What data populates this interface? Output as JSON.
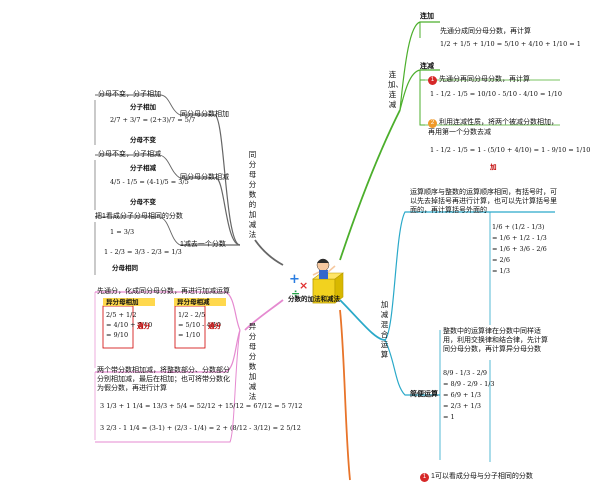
{
  "center": {
    "title": "分数的加法和减法"
  },
  "right_top": {
    "branch_label": "连加、连减",
    "lianjia": {
      "label": "连加",
      "desc": "先通分成同分母分数，再计算",
      "formula": "1/2 + 1/5 + 1/10 = 5/10 + 4/10 + 1/10 = 1"
    },
    "lianjian": {
      "label": "连减",
      "item1": "先通分再同分母分数，再计算",
      "formula1": "1 - 1/2 - 1/5 = 10/10 - 5/10 - 4/10 = 1/10",
      "item2": "利用连减性质，将两个被减分数相加，再用第一个分数去减",
      "formula2": "1 - 1/2 - 1/5 = 1 - (5/10 + 4/10) = 1 - 9/10 = 1/10",
      "tag_add": "加"
    }
  },
  "right_bottom": {
    "branch_label": "加减混合运算",
    "desc1": "运算顺序与整数的运算顺序相同，有括号时，可以先去掉括号再进行计算，也可以先计算括号里面的，再计算括号外面的",
    "formula1": "1/6 + (1/2 - 1/3)\n= 1/6 + 1/2 - 1/3\n= 1/6 + 3/6 - 2/6\n= 2/6\n= 1/3",
    "simple_label": "简便运算",
    "desc2": "整数中的运算律在分数中同样适用，利用交换律和结合律，先计算同分母分数，再计算异分母分数",
    "formula2": "8/9 - 1/3 - 2/9\n= 8/9 - 2/9 - 1/3\n= 6/9 + 1/3\n= 2/3 + 1/3\n= 1",
    "bottom_note": "1可以看成分母与分子相同的分数"
  },
  "left_top": {
    "branch_label": "同分母分数的加减法",
    "rule_add": "分母不变，分子相加",
    "add_label": "同分母分数相加",
    "add_top_note": "分子相加",
    "add_formula": "2/7 + 3/7 = (2+3)/7 = 5/7",
    "add_bottom_note": "分母不变",
    "rule_sub": "分母不变，分子相减",
    "sub_label": "同分母分数相减",
    "sub_top_note": "分子相减",
    "sub_formula": "4/5 - 1/5 = (4-1)/5 = 3/5",
    "sub_bottom_note": "分母不变",
    "one_minus_label": "1减去一个分数",
    "one_minus_desc": "把1看成分子分母相同的分数",
    "one_minus_formula1": "1 = 3/3",
    "one_minus_formula2": "1 - 2/3 = 3/3 - 2/3 = 1/3",
    "one_minus_note": "分母相同"
  },
  "left_bottom": {
    "branch_label": "异分母分数加减法",
    "desc1": "先通分，化成同分母分数，再进行加减运算",
    "yi_add": "异分母相加",
    "yi_sub": "异分母相减",
    "tongfen": "通分",
    "formula_add": "2/5 + 1/2\n= 4/10 + 5/10\n= 9/10",
    "formula_sub": "1/2 - 2/5\n= 5/10 - 4/10\n= 1/10",
    "desc2": "两个带分数相加减，将整数部分、分数部分分别相加减，最后在相加；也可将带分数化为假分数，再进行计算",
    "mixed1": "3 1/3 + 1 1/4 = 13/3 + 5/4 = 52/12 + 15/12 = 67/12 = 5 7/12",
    "mixed2": "3 2/3 - 1 1/4 = (3-1) + (2/3 - 1/4) = 2 + (8/12 - 3/12) = 2 5/12"
  },
  "colors": {
    "green": "#4caf2c",
    "teal": "#2aa9c9",
    "orange": "#e8742a",
    "pink": "#e58ad0",
    "gray": "#666666",
    "red_badge": "#d62828",
    "orange_badge": "#f09a2a"
  }
}
